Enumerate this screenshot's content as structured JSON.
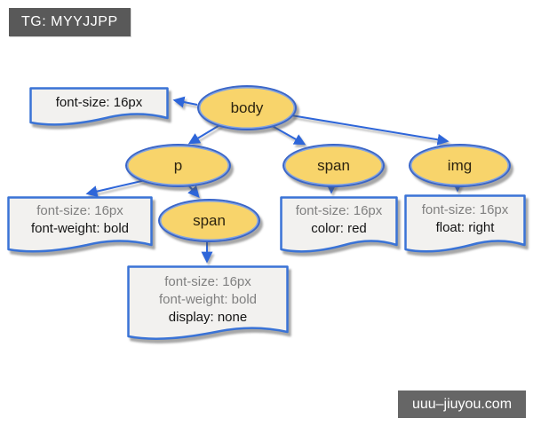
{
  "header": {
    "tag": "TG: MYYJJPP"
  },
  "footer": {
    "watermark": "uuu–jiuyou.com"
  },
  "colors": {
    "node_fill": "#f8d46b",
    "node_border": "#3a66c9",
    "note_fill": "#f2f1ef",
    "note_border": "#3a73d6",
    "arrow": "#2e66d9",
    "muted_text": "#808080",
    "active_text": "#141414",
    "tag_bg": "#595959",
    "watermark_bg": "#666666"
  },
  "nodes": {
    "body": {
      "label": "body"
    },
    "p": {
      "label": "p"
    },
    "span1": {
      "label": "span"
    },
    "img": {
      "label": "img"
    },
    "span2": {
      "label": "span"
    }
  },
  "notes": {
    "body_style": {
      "lines": [
        {
          "text": "font-size: 16px",
          "muted": false
        }
      ]
    },
    "p_style": {
      "lines": [
        {
          "text": "font-size: 16px",
          "muted": true
        },
        {
          "text": "font-weight: bold",
          "muted": false
        }
      ]
    },
    "span1_style": {
      "lines": [
        {
          "text": "font-size: 16px",
          "muted": true
        },
        {
          "text": "color: red",
          "muted": false
        }
      ]
    },
    "img_style": {
      "lines": [
        {
          "text": "font-size: 16px",
          "muted": true
        },
        {
          "text": "float: right",
          "muted": false
        }
      ]
    },
    "span2_style": {
      "lines": [
        {
          "text": "font-size: 16px",
          "muted": true
        },
        {
          "text": "font-weight: bold",
          "muted": true
        },
        {
          "text": "display: none",
          "muted": false
        }
      ]
    }
  },
  "edges": [
    {
      "from": "body",
      "to": "body_style"
    },
    {
      "from": "body",
      "to": "p"
    },
    {
      "from": "body",
      "to": "span1"
    },
    {
      "from": "body",
      "to": "img"
    },
    {
      "from": "p",
      "to": "p_style"
    },
    {
      "from": "p",
      "to": "span2"
    },
    {
      "from": "span2",
      "to": "span2_style"
    },
    {
      "from": "span1",
      "to": "span1_style"
    },
    {
      "from": "img",
      "to": "img_style"
    }
  ]
}
